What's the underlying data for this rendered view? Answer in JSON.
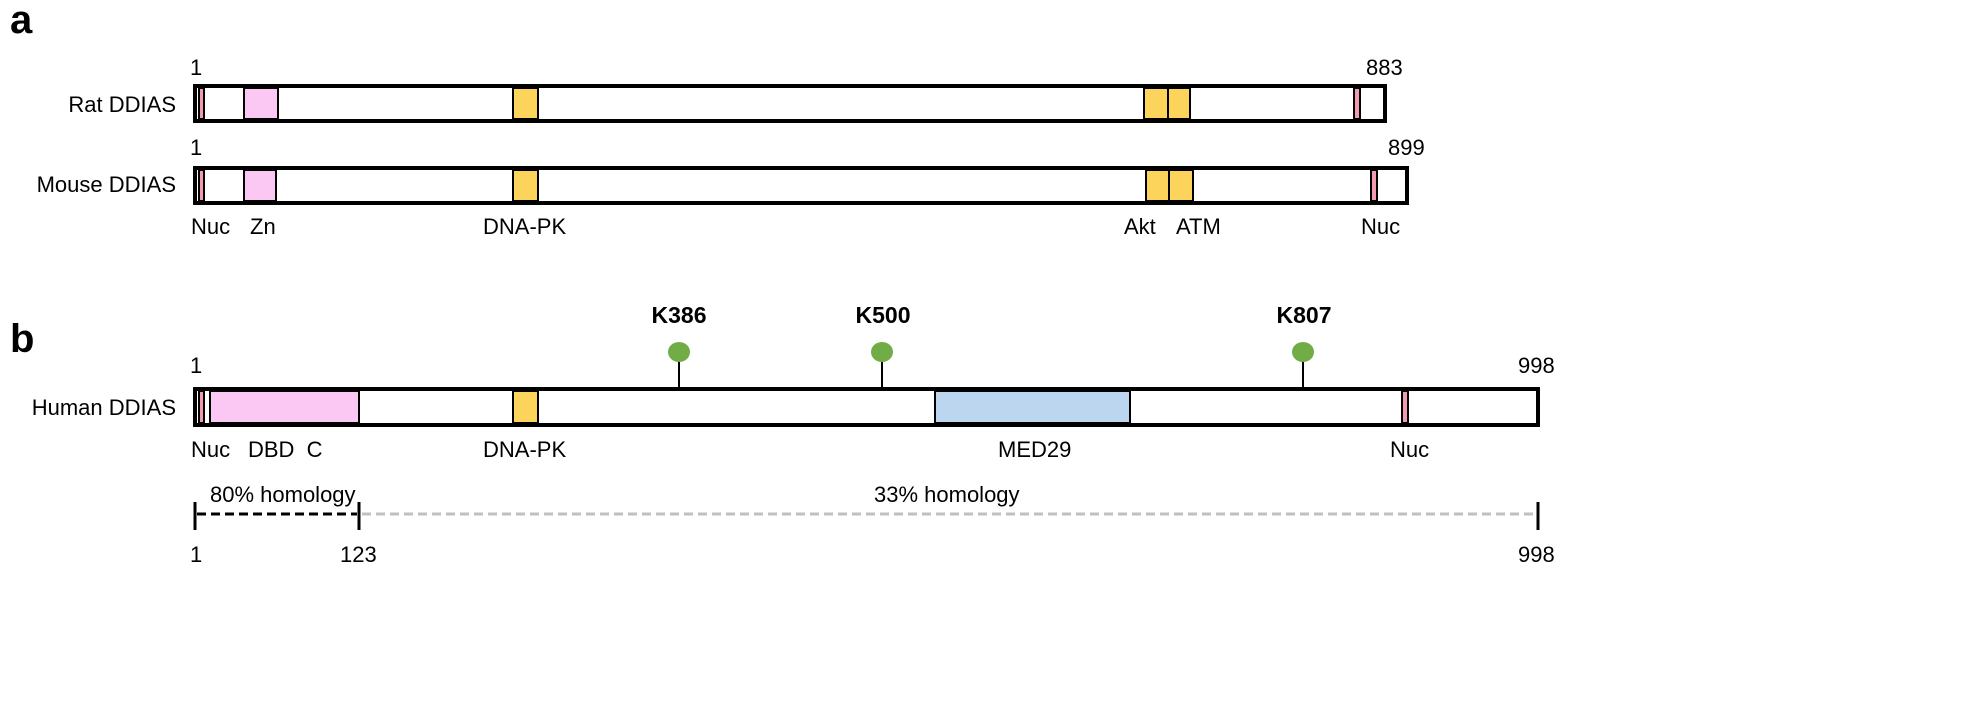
{
  "panels": {
    "a": "a",
    "b": "b"
  },
  "colors": {
    "nuc": "#f29bb0",
    "zn_dbd": "#fbc7f3",
    "kinase": "#fcd35b",
    "med29": "#bcd6ef",
    "lollipop": "#70ad47",
    "homology_80": "#000000",
    "homology_33": "#c0c0c0"
  },
  "proteins": [
    {
      "label": "Rat DDIAS",
      "start": "1",
      "end": "883",
      "domains": [
        {
          "name": "nuc-signal",
          "color": "nuc"
        },
        {
          "name": "zinc-finger",
          "color": "zn_dbd"
        },
        {
          "name": "dna-pk-site",
          "color": "kinase"
        },
        {
          "name": "akt-site",
          "color": "kinase"
        },
        {
          "name": "atm-site",
          "color": "kinase"
        },
        {
          "name": "nuc-signal-c",
          "color": "nuc"
        }
      ]
    },
    {
      "label": "Mouse DDIAS",
      "start": "1",
      "end": "899",
      "domains": [
        {
          "name": "nuc-signal",
          "color": "nuc"
        },
        {
          "name": "zinc-finger",
          "color": "zn_dbd"
        },
        {
          "name": "dna-pk-site",
          "color": "kinase"
        },
        {
          "name": "akt-site",
          "color": "kinase"
        },
        {
          "name": "atm-site",
          "color": "kinase"
        },
        {
          "name": "nuc-signal-c",
          "color": "nuc"
        }
      ]
    },
    {
      "label": "Human DDIAS",
      "start": "1",
      "end": "998",
      "domains": [
        {
          "name": "nuc-signal",
          "color": "nuc"
        },
        {
          "name": "dbd-c",
          "color": "zn_dbd"
        },
        {
          "name": "dna-pk-site",
          "color": "kinase"
        },
        {
          "name": "med29",
          "color": "med29"
        },
        {
          "name": "nuc-signal-c",
          "color": "nuc"
        }
      ]
    }
  ],
  "rodent_labels": [
    "Nuc",
    "Zn",
    "DNA-PK",
    "Akt",
    "ATM",
    "Nuc"
  ],
  "human_labels": [
    "Nuc",
    "DBD  C",
    "DNA-PK",
    "MED29",
    "Nuc"
  ],
  "sites": [
    "K386",
    "K500",
    "K807"
  ],
  "homology": {
    "left_label": "80% homology",
    "right_label": "33% homology",
    "start": "1",
    "mid": "123",
    "end": "998"
  }
}
